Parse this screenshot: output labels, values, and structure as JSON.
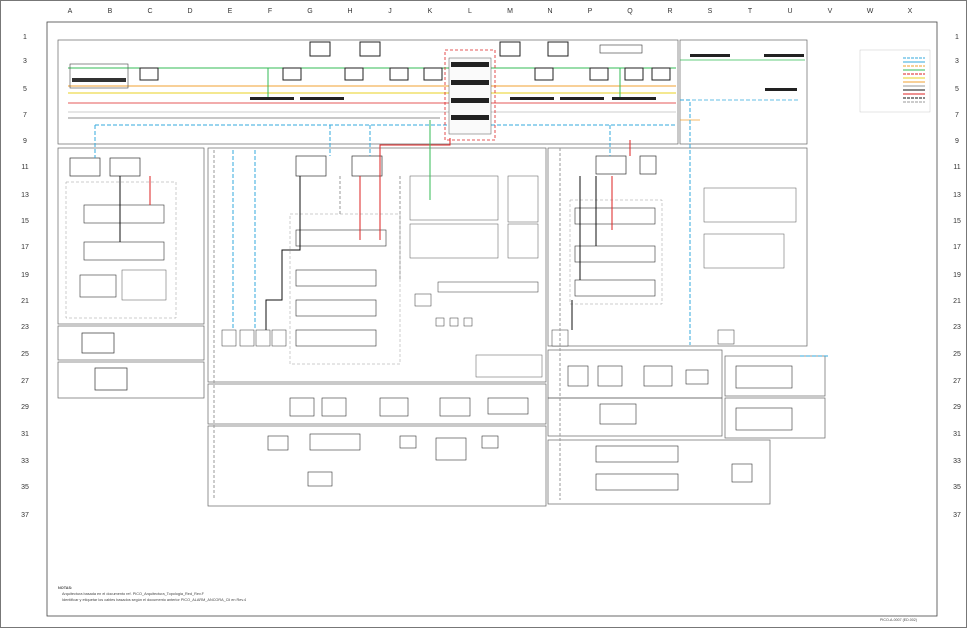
{
  "columns": [
    "A",
    "B",
    "C",
    "D",
    "E",
    "F",
    "G",
    "H",
    "J",
    "K",
    "L",
    "M",
    "N",
    "P",
    "Q",
    "R",
    "S",
    "T",
    "U",
    "V",
    "W",
    "X"
  ],
  "rows": [
    "1",
    "3",
    "5",
    "7",
    "9",
    "11",
    "13",
    "15",
    "17",
    "19",
    "21",
    "23",
    "25",
    "27",
    "29",
    "31",
    "33",
    "35",
    "37"
  ],
  "notes_title": "NOTAS:",
  "notes": [
    "Arquitectura basada en el documento ref. PICO_Arquitectura_Topologia_Red_Rev.F",
    "Identificar y etiquetar los cables basados según el documento anterior PICO_ALARM_ANCORA_Cli en Rev.4"
  ],
  "sheet_code": "PICO-A-0007  (ED.002)",
  "colors": {
    "frame": "#555555",
    "green": "#33bb55",
    "orange": "#f0a030",
    "yellow": "#e8d020",
    "red": "#dd2222",
    "blue": "#33aadd",
    "gray": "#999999",
    "black": "#111111"
  }
}
